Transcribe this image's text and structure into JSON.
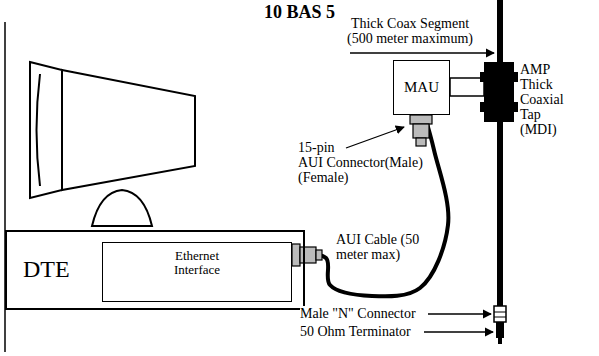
{
  "diagram": {
    "title": "10 BAS 5",
    "nodes": [
      {
        "text": [
          "DTE"
        ]
      },
      {
        "text": [
          "Ethernet Interface"
        ],
        "in": 0
      },
      {
        "text": [
          "MAU"
        ]
      }
    ],
    "edges": [
      {
        "from": 1,
        "to": 2,
        "arrow": "none",
        "label": "AUI Cable (50 meter max)"
      }
    ],
    "labels": [
      "Thick Coax Segment (500 meter maximum)",
      "AMP Thick Coaxial Tap (MDI)",
      "15-pin",
      "AUI Connector(Male)",
      "(Female)",
      "Male \"N\" Connector",
      "50 Ohm Terminator"
    ]
  }
}
